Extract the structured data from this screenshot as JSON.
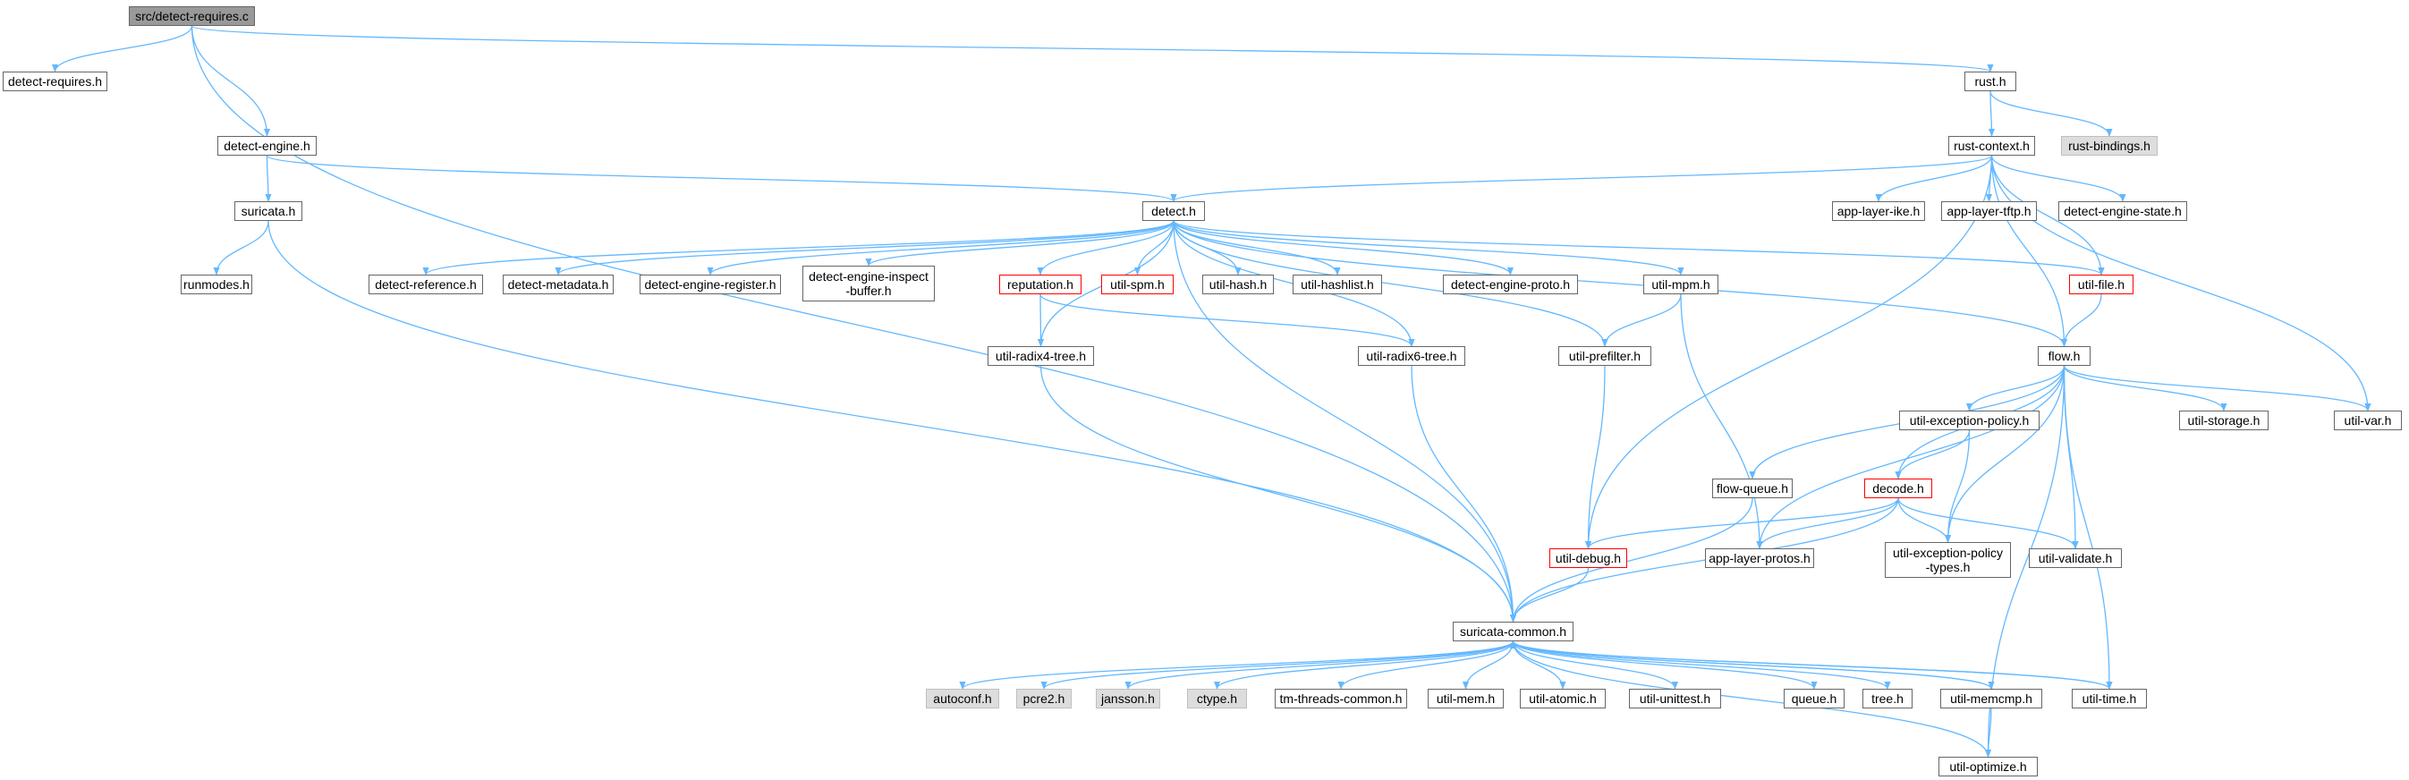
{
  "graph": {
    "edge_color": "#63b8ff",
    "highlight_color": "#ff0000",
    "root_fill": "#999999",
    "external_fill": "#dddddd",
    "nodes": [
      {
        "id": "root",
        "label": "src/detect-requires.c",
        "style": "root"
      },
      {
        "id": "detect_requires_h",
        "label": "detect-requires.h",
        "style": "link"
      },
      {
        "id": "detect_engine_h",
        "label": "detect-engine.h",
        "style": "link"
      },
      {
        "id": "rust_h",
        "label": "rust.h",
        "style": "link"
      },
      {
        "id": "rust_context_h",
        "label": "rust-context.h",
        "style": "link"
      },
      {
        "id": "rust_bindings_h",
        "label": "rust-bindings.h",
        "style": "external"
      },
      {
        "id": "suricata_h",
        "label": "suricata.h",
        "style": "link"
      },
      {
        "id": "runmodes_h",
        "label": "runmodes.h",
        "style": "link"
      },
      {
        "id": "detect_h",
        "label": "detect.h",
        "style": "link"
      },
      {
        "id": "app_layer_ike_h",
        "label": "app-layer-ike.h",
        "style": "link"
      },
      {
        "id": "app_layer_tftp_h",
        "label": "app-layer-tftp.h",
        "style": "link"
      },
      {
        "id": "detect_engine_state_h",
        "label": "detect-engine-state.h",
        "style": "link"
      },
      {
        "id": "detect_reference_h",
        "label": "detect-reference.h",
        "style": "link"
      },
      {
        "id": "detect_metadata_h",
        "label": "detect-metadata.h",
        "style": "link"
      },
      {
        "id": "detect_engine_register_h",
        "label": "detect-engine-register.h",
        "style": "link"
      },
      {
        "id": "detect_engine_inspect_buffer_h",
        "label": "detect-engine-inspect\n-buffer.h",
        "style": "link"
      },
      {
        "id": "reputation_h",
        "label": "reputation.h",
        "style": "highlight"
      },
      {
        "id": "util_spm_h",
        "label": "util-spm.h",
        "style": "highlight"
      },
      {
        "id": "util_hash_h",
        "label": "util-hash.h",
        "style": "link"
      },
      {
        "id": "util_hashlist_h",
        "label": "util-hashlist.h",
        "style": "link"
      },
      {
        "id": "detect_engine_proto_h",
        "label": "detect-engine-proto.h",
        "style": "link"
      },
      {
        "id": "util_mpm_h",
        "label": "util-mpm.h",
        "style": "link"
      },
      {
        "id": "util_file_h",
        "label": "util-file.h",
        "style": "highlight"
      },
      {
        "id": "util_radix4_tree_h",
        "label": "util-radix4-tree.h",
        "style": "link"
      },
      {
        "id": "util_radix6_tree_h",
        "label": "util-radix6-tree.h",
        "style": "link"
      },
      {
        "id": "util_prefilter_h",
        "label": "util-prefilter.h",
        "style": "link"
      },
      {
        "id": "flow_h",
        "label": "flow.h",
        "style": "link"
      },
      {
        "id": "util_exception_policy_h",
        "label": "util-exception-policy.h",
        "style": "link"
      },
      {
        "id": "util_storage_h",
        "label": "util-storage.h",
        "style": "link"
      },
      {
        "id": "util_var_h",
        "label": "util-var.h",
        "style": "link"
      },
      {
        "id": "flow_queue_h",
        "label": "flow-queue.h",
        "style": "link"
      },
      {
        "id": "decode_h",
        "label": "decode.h",
        "style": "highlight"
      },
      {
        "id": "util_debug_h",
        "label": "util-debug.h",
        "style": "highlight"
      },
      {
        "id": "app_layer_protos_h",
        "label": "app-layer-protos.h",
        "style": "link"
      },
      {
        "id": "util_exception_policy_types_h",
        "label": "util-exception-policy\n-types.h",
        "style": "link"
      },
      {
        "id": "util_validate_h",
        "label": "util-validate.h",
        "style": "link"
      },
      {
        "id": "suricata_common_h",
        "label": "suricata-common.h",
        "style": "link"
      },
      {
        "id": "autoconf_h",
        "label": "autoconf.h",
        "style": "external"
      },
      {
        "id": "pcre2_h",
        "label": "pcre2.h",
        "style": "external"
      },
      {
        "id": "jansson_h",
        "label": "jansson.h",
        "style": "external"
      },
      {
        "id": "ctype_h",
        "label": "ctype.h",
        "style": "external"
      },
      {
        "id": "tm_threads_common_h",
        "label": "tm-threads-common.h",
        "style": "link"
      },
      {
        "id": "util_mem_h",
        "label": "util-mem.h",
        "style": "link"
      },
      {
        "id": "util_atomic_h",
        "label": "util-atomic.h",
        "style": "link"
      },
      {
        "id": "util_unittest_h",
        "label": "util-unittest.h",
        "style": "link"
      },
      {
        "id": "queue_h",
        "label": "queue.h",
        "style": "link"
      },
      {
        "id": "tree_h",
        "label": "tree.h",
        "style": "link"
      },
      {
        "id": "util_memcmp_h",
        "label": "util-memcmp.h",
        "style": "link"
      },
      {
        "id": "util_time_h",
        "label": "util-time.h",
        "style": "link"
      },
      {
        "id": "util_optimize_h",
        "label": "util-optimize.h",
        "style": "link"
      }
    ],
    "edges": [
      [
        "root",
        "detect_requires_h"
      ],
      [
        "root",
        "detect_engine_h"
      ],
      [
        "root",
        "rust_h"
      ],
      [
        "root",
        "suricata_common_h"
      ],
      [
        "detect_engine_h",
        "suricata_h"
      ],
      [
        "detect_engine_h",
        "detect_h"
      ],
      [
        "suricata_h",
        "runmodes_h"
      ],
      [
        "suricata_h",
        "suricata_common_h"
      ],
      [
        "rust_h",
        "rust_context_h"
      ],
      [
        "rust_h",
        "rust_bindings_h"
      ],
      [
        "rust_context_h",
        "detect_h"
      ],
      [
        "rust_context_h",
        "app_layer_ike_h"
      ],
      [
        "rust_context_h",
        "app_layer_tftp_h"
      ],
      [
        "rust_context_h",
        "detect_engine_state_h"
      ],
      [
        "rust_context_h",
        "util_file_h"
      ],
      [
        "rust_context_h",
        "flow_h"
      ],
      [
        "rust_context_h",
        "util_var_h"
      ],
      [
        "rust_context_h",
        "util_debug_h"
      ],
      [
        "detect_h",
        "detect_reference_h"
      ],
      [
        "detect_h",
        "detect_metadata_h"
      ],
      [
        "detect_h",
        "detect_engine_register_h"
      ],
      [
        "detect_h",
        "detect_engine_inspect_buffer_h"
      ],
      [
        "detect_h",
        "reputation_h"
      ],
      [
        "detect_h",
        "util_spm_h"
      ],
      [
        "detect_h",
        "util_hash_h"
      ],
      [
        "detect_h",
        "util_hashlist_h"
      ],
      [
        "detect_h",
        "detect_engine_proto_h"
      ],
      [
        "detect_h",
        "util_mpm_h"
      ],
      [
        "detect_h",
        "util_file_h"
      ],
      [
        "detect_h",
        "util_radix4_tree_h"
      ],
      [
        "detect_h",
        "util_radix6_tree_h"
      ],
      [
        "detect_h",
        "util_prefilter_h"
      ],
      [
        "detect_h",
        "flow_h"
      ],
      [
        "detect_h",
        "suricata_common_h"
      ],
      [
        "reputation_h",
        "util_radix4_tree_h"
      ],
      [
        "reputation_h",
        "util_radix6_tree_h"
      ],
      [
        "util_radix4_tree_h",
        "suricata_common_h"
      ],
      [
        "util_radix6_tree_h",
        "suricata_common_h"
      ],
      [
        "util_mpm_h",
        "util_prefilter_h"
      ],
      [
        "util_mpm_h",
        "app_layer_protos_h"
      ],
      [
        "util_prefilter_h",
        "util_debug_h"
      ],
      [
        "util_file_h",
        "flow_h"
      ],
      [
        "flow_h",
        "flow_queue_h"
      ],
      [
        "flow_h",
        "util_exception_policy_h"
      ],
      [
        "flow_h",
        "decode_h"
      ],
      [
        "flow_h",
        "util_storage_h"
      ],
      [
        "flow_h",
        "util_var_h"
      ],
      [
        "flow_h",
        "app_layer_protos_h"
      ],
      [
        "flow_h",
        "util_exception_policy_types_h"
      ],
      [
        "flow_h",
        "util_validate_h"
      ],
      [
        "flow_h",
        "util_time_h"
      ],
      [
        "flow_h",
        "util_optimize_h"
      ],
      [
        "util_exception_policy_h",
        "decode_h"
      ],
      [
        "util_exception_policy_h",
        "util_exception_policy_types_h"
      ],
      [
        "decode_h",
        "util_debug_h"
      ],
      [
        "decode_h",
        "app_layer_protos_h"
      ],
      [
        "decode_h",
        "util_exception_policy_types_h"
      ],
      [
        "decode_h",
        "util_validate_h"
      ],
      [
        "decode_h",
        "suricata_common_h"
      ],
      [
        "flow_queue_h",
        "suricata_common_h"
      ],
      [
        "util_debug_h",
        "suricata_common_h"
      ],
      [
        "suricata_common_h",
        "autoconf_h"
      ],
      [
        "suricata_common_h",
        "pcre2_h"
      ],
      [
        "suricata_common_h",
        "jansson_h"
      ],
      [
        "suricata_common_h",
        "ctype_h"
      ],
      [
        "suricata_common_h",
        "tm_threads_common_h"
      ],
      [
        "suricata_common_h",
        "util_mem_h"
      ],
      [
        "suricata_common_h",
        "util_atomic_h"
      ],
      [
        "suricata_common_h",
        "util_unittest_h"
      ],
      [
        "suricata_common_h",
        "queue_h"
      ],
      [
        "suricata_common_h",
        "tree_h"
      ],
      [
        "suricata_common_h",
        "util_memcmp_h"
      ],
      [
        "suricata_common_h",
        "util_time_h"
      ],
      [
        "suricata_common_h",
        "util_optimize_h"
      ],
      [
        "util_memcmp_h",
        "suricata_common_h"
      ],
      [
        "util_memcmp_h",
        "util_optimize_h"
      ],
      [
        "util_time_h",
        "suricata_common_h"
      ]
    ]
  }
}
